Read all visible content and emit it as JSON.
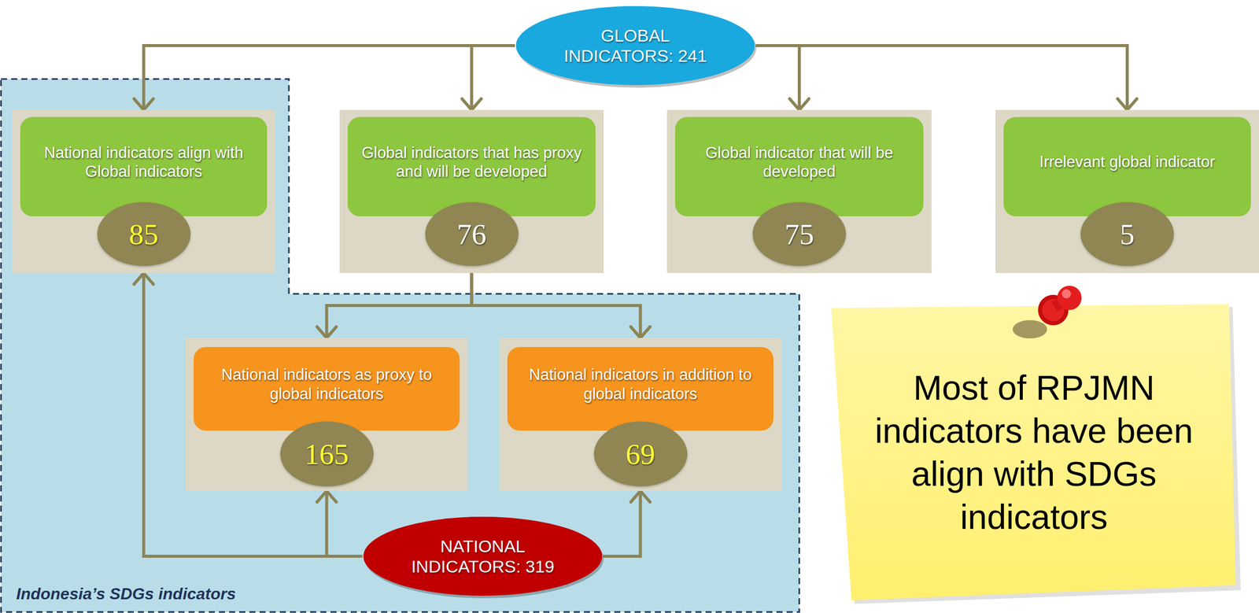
{
  "diagram": {
    "nodes": [
      {
        "text": [
          "GLOBAL INDICATORS: 241"
        ]
      },
      {
        "text": [
          "Indonesia’s SDGs indicators"
        ]
      },
      {
        "text": [
          "National indicators align with Global indicators",
          "85"
        ],
        "in": 1
      },
      {
        "text": [
          "Global indicators that has proxy and will be developed",
          "76"
        ]
      },
      {
        "text": [
          "Global indicator that will be developed",
          "75"
        ]
      },
      {
        "text": [
          "Irrelevant global indicator",
          "5"
        ]
      },
      {
        "text": [
          "National indicators as proxy to global indicators",
          "165"
        ],
        "in": 1
      },
      {
        "text": [
          "National indicators in addition to global indicators",
          "69"
        ],
        "in": 1
      },
      {
        "text": [
          "NATIONAL INDICATORS: 319"
        ],
        "in": 1
      },
      {
        "text": [
          "Most of RPJMN indicators have been align with SDGs indicators"
        ]
      }
    ],
    "edges": [
      {
        "from": 0,
        "to": 2,
        "arrow": "to"
      },
      {
        "from": 0,
        "to": 3,
        "arrow": "to"
      },
      {
        "from": 0,
        "to": 4,
        "arrow": "to"
      },
      {
        "from": 0,
        "to": 5,
        "arrow": "to"
      },
      {
        "from": 3,
        "to": 6,
        "arrow": "to"
      },
      {
        "from": 3,
        "to": 7,
        "arrow": "to"
      },
      {
        "from": 8,
        "to": 2,
        "arrow": "to"
      },
      {
        "from": 8,
        "to": 6,
        "arrow": "to"
      },
      {
        "from": 8,
        "to": 7,
        "arrow": "to"
      }
    ]
  }
}
